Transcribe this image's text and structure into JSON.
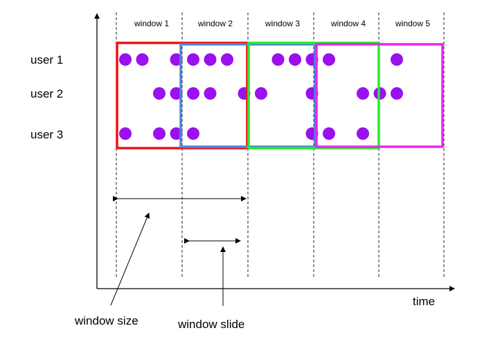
{
  "windows": [
    "window 1",
    "window 2",
    "window 3",
    "window 4",
    "window 5"
  ],
  "users": [
    "user 1",
    "user 2",
    "user 3"
  ],
  "x_axis_label": "time",
  "annotations": {
    "window_size": "window size",
    "window_slide": "window slide"
  },
  "window_box_colors": [
    "#ee1111",
    "#4a86e0",
    "#22ee22",
    "#ee22ee"
  ],
  "event_color": "#9a10ee",
  "events": {
    "user_1": [
      1,
      2,
      4,
      5,
      6,
      7,
      10,
      11,
      12,
      13,
      17
    ],
    "user_2": [
      3,
      4,
      5,
      6,
      8,
      9,
      12,
      15,
      16,
      17
    ],
    "user_3": [
      1,
      3,
      4,
      5,
      12,
      13,
      15
    ]
  }
}
